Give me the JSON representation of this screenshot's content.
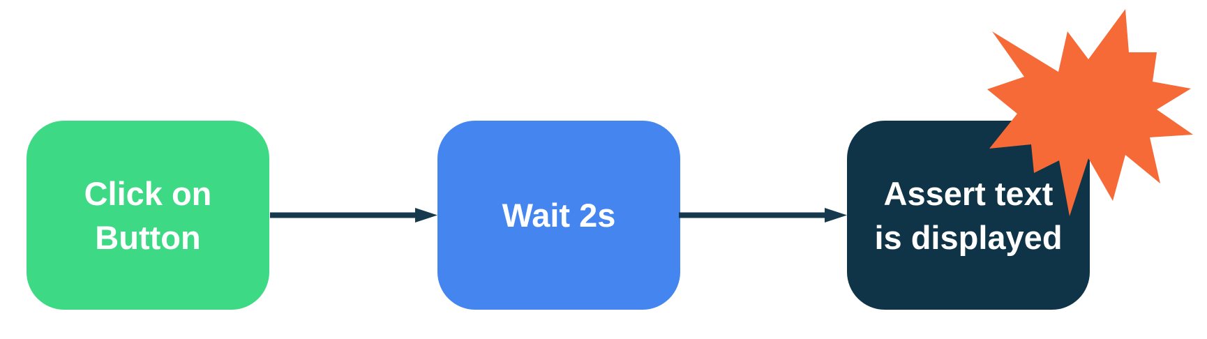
{
  "diagram": {
    "type": "flowchart",
    "background": "#FFFFFF",
    "steps": [
      {
        "name": "click-on-button",
        "label": "Click on\nButton",
        "fill": "#3ED984",
        "text_color": "#FFFFFF"
      },
      {
        "name": "wait-2s",
        "label": "Wait 2s",
        "fill": "#4485F0",
        "text_color": "#FFFFFF"
      },
      {
        "name": "assert-text-is-displayed",
        "label": "Assert text\nis displayed",
        "fill": "#103447",
        "text_color": "#FFFFFF"
      }
    ],
    "connectors": [
      {
        "from": "click-on-button",
        "to": "wait-2s"
      },
      {
        "from": "wait-2s",
        "to": "assert-text-is-displayed"
      }
    ],
    "arrow_color": "#16394D",
    "burst": {
      "color": "#F66A38"
    }
  }
}
